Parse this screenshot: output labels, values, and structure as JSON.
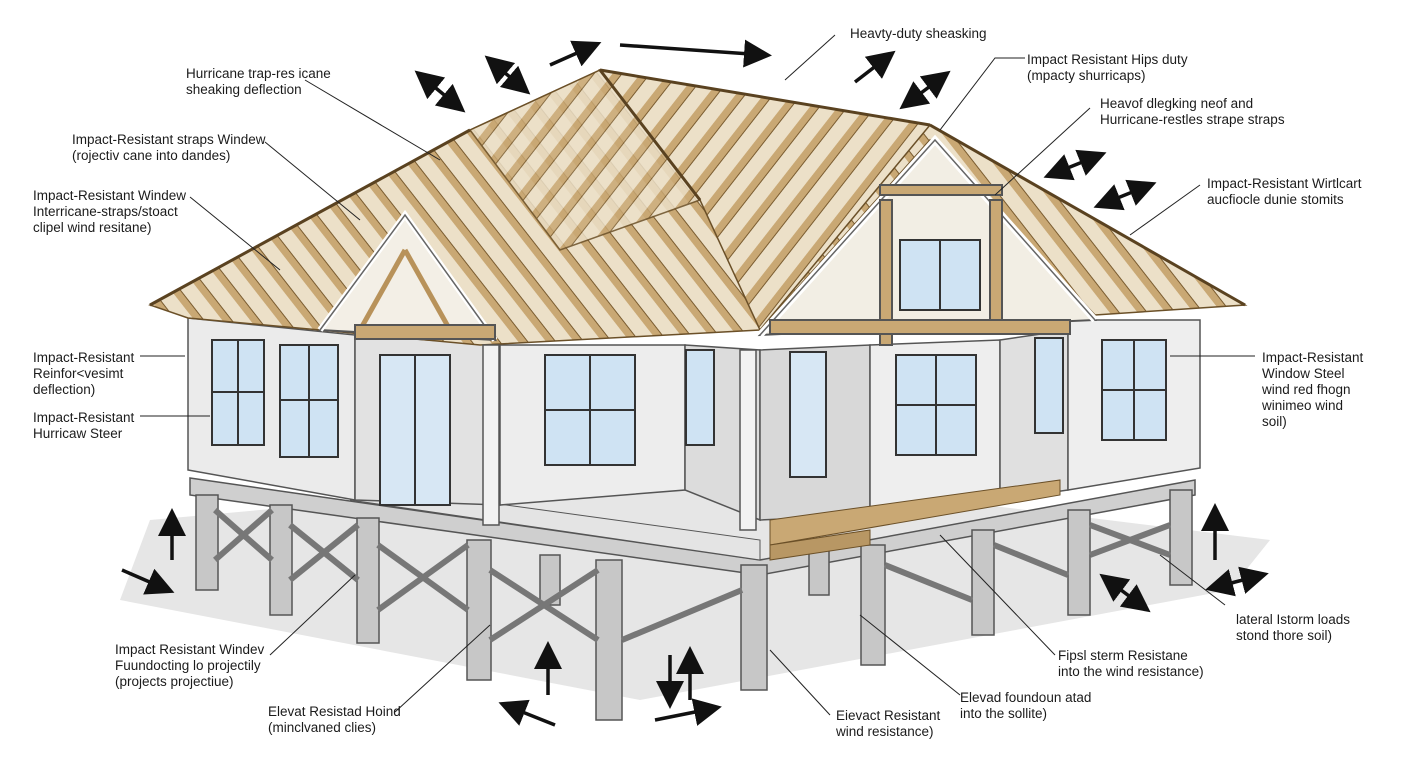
{
  "callouts": [
    {
      "id": "heavy-duty-sheathing",
      "lines": [
        "Heavty-duty sheasking"
      ]
    },
    {
      "id": "hurricane-straps-deflection",
      "lines": [
        "Hurricane trap-res icane",
        "sheaking deflection"
      ]
    },
    {
      "id": "impact-resistant-hips",
      "lines": [
        "Impact Resistant Hips duty",
        "(mpacty shurricaps)"
      ]
    },
    {
      "id": "heavy-decking",
      "lines": [
        "Heavof dlegking neof and",
        "Hurricane-restles strape straps"
      ]
    },
    {
      "id": "impact-straps-window",
      "lines": [
        "Impact-Resistant straps Windew",
        "(rojectiv cane into dandes)"
      ]
    },
    {
      "id": "impact-resistant-windcart",
      "lines": [
        "Impact-Resistant Wirtlcart",
        "aucfiocle dunie stomits"
      ]
    },
    {
      "id": "impact-window-straps",
      "lines": [
        "Impact-Resistant Windew",
        "Interricane-straps/stoact",
        "clipel wind resitane)"
      ]
    },
    {
      "id": "impact-reinforcement",
      "lines": [
        "Impact-Resistant",
        "Reinfor<vesimt",
        "deflection)"
      ]
    },
    {
      "id": "impact-hurricane-steel",
      "lines": [
        "Impact-Resistant",
        "Hurricaw Steer"
      ]
    },
    {
      "id": "impact-window-steel",
      "lines": [
        "Impact-Resistant",
        "Window Steel",
        "wind red fhogn",
        "winimeo wind",
        "soil)"
      ]
    },
    {
      "id": "lateral-storm-loads",
      "lines": [
        "lateral Istorm loads",
        "stond thore soil)"
      ]
    },
    {
      "id": "first-storm-resistance",
      "lines": [
        "Fipsl sterm Resistane",
        "into the wind resistance)"
      ]
    },
    {
      "id": "impact-window-foundation",
      "lines": [
        "Impact Resistant Windev",
        "Fuundocting lo projectily",
        "(projects projectiue)"
      ]
    },
    {
      "id": "elevated-foundation",
      "lines": [
        "Elevad foundoun atad",
        "into the sollite)"
      ]
    },
    {
      "id": "elevated-resisted-hold",
      "lines": [
        "Elevat Resistad Hoind",
        "(minclvaned clies)"
      ]
    },
    {
      "id": "elevated-wind-resistance",
      "lines": [
        "Eievact Resistant",
        "wind resistance)"
      ]
    }
  ],
  "colors": {
    "wood": "#cfae7e",
    "wood_dark": "#a88755",
    "wall": "#e9e9e9",
    "concrete": "#c4c4c4",
    "glass": "#cfe3f3",
    "ink": "#1b1b1b"
  }
}
